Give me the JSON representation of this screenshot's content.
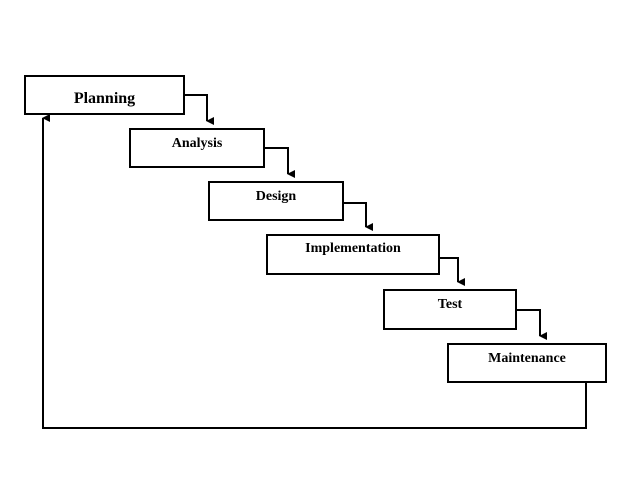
{
  "diagram": {
    "stages": [
      {
        "id": "planning",
        "label": "Planning"
      },
      {
        "id": "analysis",
        "label": "Analysis"
      },
      {
        "id": "design",
        "label": "Design"
      },
      {
        "id": "implementation",
        "label": "Implementation"
      },
      {
        "id": "test",
        "label": "Test"
      },
      {
        "id": "maintenance",
        "label": "Maintenance"
      }
    ],
    "flows": [
      {
        "from": "planning",
        "to": "analysis"
      },
      {
        "from": "analysis",
        "to": "design"
      },
      {
        "from": "design",
        "to": "implementation"
      },
      {
        "from": "implementation",
        "to": "test"
      },
      {
        "from": "test",
        "to": "maintenance"
      },
      {
        "from": "maintenance",
        "to": "planning",
        "kind": "feedback-loop"
      }
    ],
    "colors": {
      "stroke": "#000000",
      "fill": "#ffffff",
      "text": "#000000"
    }
  }
}
